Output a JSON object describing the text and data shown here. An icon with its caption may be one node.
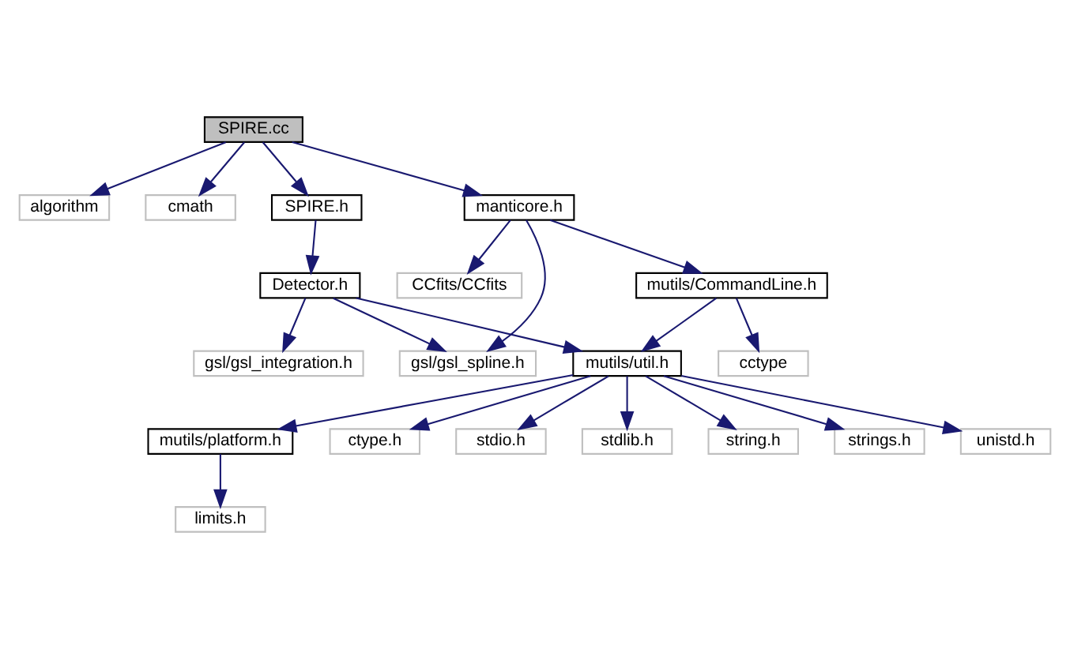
{
  "diagram": {
    "nodes": [
      {
        "text": [
          "SPIRE.cc"
        ]
      },
      {
        "text": [
          "algorithm"
        ]
      },
      {
        "text": [
          "cmath"
        ]
      },
      {
        "text": [
          "SPIRE.h"
        ]
      },
      {
        "text": [
          "manticore.h"
        ]
      },
      {
        "text": [
          "Detector.h"
        ]
      },
      {
        "text": [
          "mutils/CommandLine.h"
        ]
      },
      {
        "text": [
          "CCfits/CCfits"
        ]
      },
      {
        "text": [
          "gsl/gsl_integration.h"
        ]
      },
      {
        "text": [
          "gsl/gsl_spline.h"
        ]
      },
      {
        "text": [
          "mutils/util.h"
        ]
      },
      {
        "text": [
          "cctype"
        ]
      },
      {
        "text": [
          "mutils/platform.h"
        ]
      },
      {
        "text": [
          "ctype.h"
        ]
      },
      {
        "text": [
          "stdio.h"
        ]
      },
      {
        "text": [
          "stdlib.h"
        ]
      },
      {
        "text": [
          "string.h"
        ]
      },
      {
        "text": [
          "strings.h"
        ]
      },
      {
        "text": [
          "unistd.h"
        ]
      },
      {
        "text": [
          "limits.h"
        ]
      }
    ],
    "edges": [
      {
        "from": 0,
        "to": 1,
        "arrow": "to"
      },
      {
        "from": 0,
        "to": 2,
        "arrow": "to"
      },
      {
        "from": 0,
        "to": 3,
        "arrow": "to"
      },
      {
        "from": 0,
        "to": 4,
        "arrow": "to"
      },
      {
        "from": 3,
        "to": 5,
        "arrow": "to"
      },
      {
        "from": 4,
        "to": 9,
        "arrow": "to"
      },
      {
        "from": 4,
        "to": 6,
        "arrow": "to"
      },
      {
        "from": 4,
        "to": 7,
        "arrow": "to"
      },
      {
        "from": 5,
        "to": 8,
        "arrow": "to"
      },
      {
        "from": 5,
        "to": 9,
        "arrow": "to"
      },
      {
        "from": 5,
        "to": 10,
        "arrow": "to"
      },
      {
        "from": 6,
        "to": 10,
        "arrow": "to"
      },
      {
        "from": 6,
        "to": 11,
        "arrow": "to"
      },
      {
        "from": 10,
        "to": 12,
        "arrow": "to"
      },
      {
        "from": 10,
        "to": 13,
        "arrow": "to"
      },
      {
        "from": 10,
        "to": 14,
        "arrow": "to"
      },
      {
        "from": 10,
        "to": 15,
        "arrow": "to"
      },
      {
        "from": 10,
        "to": 16,
        "arrow": "to"
      },
      {
        "from": 10,
        "to": 17,
        "arrow": "to"
      },
      {
        "from": 10,
        "to": 18,
        "arrow": "to"
      },
      {
        "from": 12,
        "to": 19,
        "arrow": "to"
      }
    ]
  }
}
